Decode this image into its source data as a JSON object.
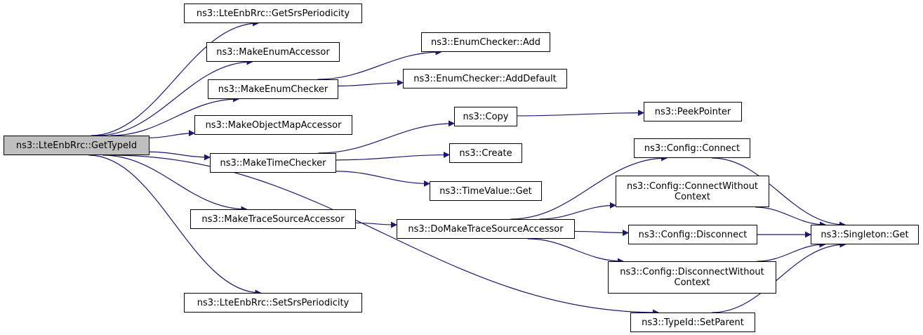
{
  "colors": {
    "edge": "#191970",
    "node_border": "#000000",
    "node_fill": "#ffffff",
    "root_fill": "#bfbfbf"
  },
  "nodes": {
    "getTypeId": "ns3::LteEnbRrc::GetTypeId",
    "getSrsPeriodicity": "ns3::LteEnbRrc::GetSrsPeriodicity",
    "makeEnumAccessor": "ns3::MakeEnumAccessor",
    "makeEnumChecker": "ns3::MakeEnumChecker",
    "makeObjectMapAccessor": "ns3::MakeObjectMapAccessor",
    "makeTimeChecker": "ns3::MakeTimeChecker",
    "makeTraceSourceAccessor": "ns3::MakeTraceSourceAccessor",
    "setSrsPeriodicity": "ns3::LteEnbRrc::SetSrsPeriodicity",
    "enumCheckerAdd": "ns3::EnumChecker::Add",
    "enumCheckerAddDefault": "ns3::EnumChecker::AddDefault",
    "copy": "ns3::Copy",
    "create": "ns3::Create",
    "timeValueGet": "ns3::TimeValue::Get",
    "doMakeTraceSourceAccessor": "ns3::DoMakeTraceSourceAccessor",
    "peekPointer": "ns3::PeekPointer",
    "configConnect": "ns3::Config::Connect",
    "configConnectWithoutContext": [
      "ns3::Config::ConnectWithout",
      "Context"
    ],
    "configDisconnect": "ns3::Config::Disconnect",
    "configDisconnectWithoutContext": [
      "ns3::Config::DisconnectWithout",
      "Context"
    ],
    "typeIdSetParent": "ns3::TypeId::SetParent",
    "singletonGet": "ns3::Singleton::Get"
  },
  "edges": [
    [
      "getTypeId",
      "getSrsPeriodicity"
    ],
    [
      "getTypeId",
      "makeEnumAccessor"
    ],
    [
      "getTypeId",
      "makeEnumChecker"
    ],
    [
      "getTypeId",
      "makeObjectMapAccessor"
    ],
    [
      "getTypeId",
      "makeTimeChecker"
    ],
    [
      "getTypeId",
      "makeTraceSourceAccessor"
    ],
    [
      "getTypeId",
      "setSrsPeriodicity"
    ],
    [
      "getTypeId",
      "typeIdSetParent"
    ],
    [
      "makeEnumChecker",
      "enumCheckerAdd"
    ],
    [
      "makeEnumChecker",
      "enumCheckerAddDefault"
    ],
    [
      "makeTimeChecker",
      "copy"
    ],
    [
      "makeTimeChecker",
      "create"
    ],
    [
      "makeTimeChecker",
      "timeValueGet"
    ],
    [
      "copy",
      "peekPointer"
    ],
    [
      "makeTraceSourceAccessor",
      "doMakeTraceSourceAccessor"
    ],
    [
      "doMakeTraceSourceAccessor",
      "configConnect"
    ],
    [
      "doMakeTraceSourceAccessor",
      "configConnectWithoutContext"
    ],
    [
      "doMakeTraceSourceAccessor",
      "configDisconnect"
    ],
    [
      "doMakeTraceSourceAccessor",
      "configDisconnectWithoutContext"
    ],
    [
      "configConnect",
      "singletonGet"
    ],
    [
      "configConnectWithoutContext",
      "singletonGet"
    ],
    [
      "configDisconnect",
      "singletonGet"
    ],
    [
      "configDisconnectWithoutContext",
      "singletonGet"
    ],
    [
      "typeIdSetParent",
      "singletonGet"
    ]
  ]
}
